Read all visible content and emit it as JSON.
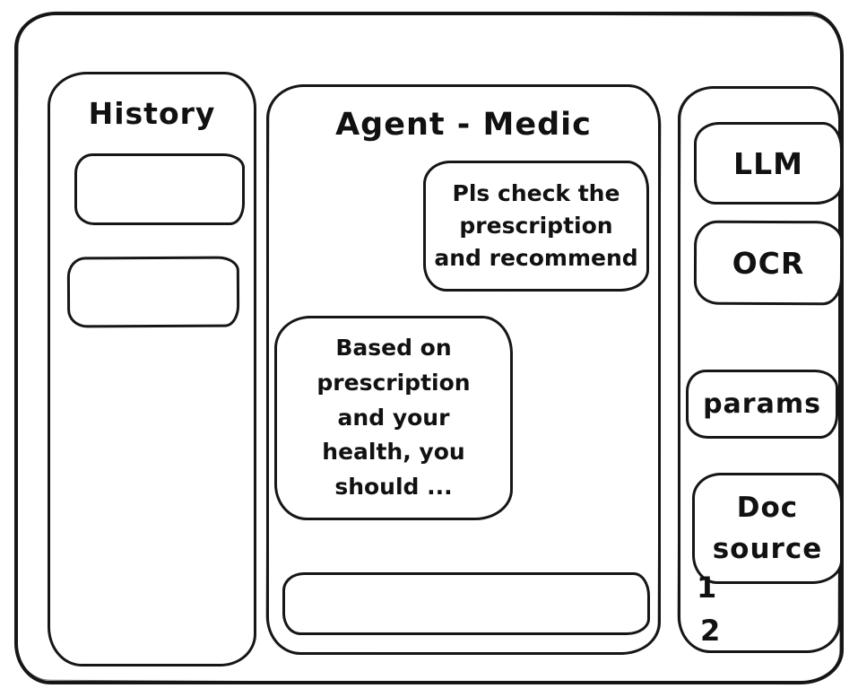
{
  "history_panel": {
    "title": "History",
    "items": [
      {
        "label": ""
      },
      {
        "label": ""
      }
    ]
  },
  "chat_panel": {
    "title": "Agent - Medic",
    "messages": {
      "user": {
        "role": "user",
        "text": "Pls check the\nprescription\nand recommend"
      },
      "assistant": {
        "role": "assistant",
        "text": "Based on\nprescription\nand your\nhealth, you\nshould ..."
      }
    },
    "input": {
      "value": ""
    }
  },
  "tools_panel": {
    "buttons": {
      "llm": {
        "label": "LLM"
      },
      "ocr": {
        "label": "OCR"
      },
      "params": {
        "label": "params"
      },
      "doc_source": {
        "label": "Doc\nsource"
      }
    },
    "doc_source_items": [
      {
        "label": "1"
      },
      {
        "label": "2"
      }
    ]
  },
  "colors": {
    "stroke": "#161616",
    "background": "#ffffff"
  }
}
